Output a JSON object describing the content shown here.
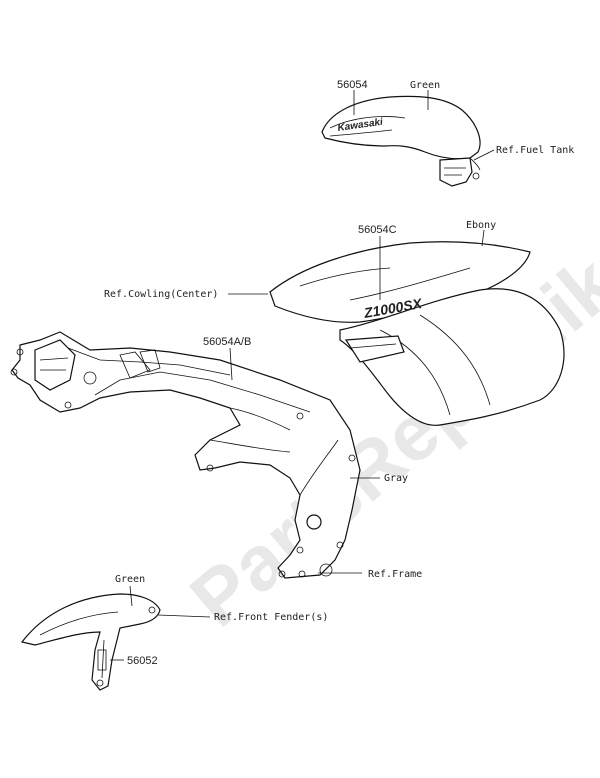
{
  "watermark": "PartsRepublik",
  "decals": {
    "tank_logo": "Kawasaki",
    "cowl_logo": "Z1000SX"
  },
  "callouts": [
    {
      "id": "tank-part-number",
      "text": "56054"
    },
    {
      "id": "tank-color",
      "text": "Green"
    },
    {
      "id": "fuel-tank-ref",
      "text": "Ref.Fuel Tank"
    },
    {
      "id": "cowl-part-number",
      "text": "56054C"
    },
    {
      "id": "cowl-color",
      "text": "Ebony"
    },
    {
      "id": "cowling-ref",
      "text": "Ref.Cowling(Center)"
    },
    {
      "id": "frame-part-number",
      "text": "56054A/B"
    },
    {
      "id": "frame-color",
      "text": "Gray"
    },
    {
      "id": "frame-ref",
      "text": "Ref.Frame"
    },
    {
      "id": "fender-color",
      "text": "Green"
    },
    {
      "id": "fender-ref",
      "text": "Ref.Front Fender(s)"
    },
    {
      "id": "fender-part-number",
      "text": "56052"
    }
  ]
}
